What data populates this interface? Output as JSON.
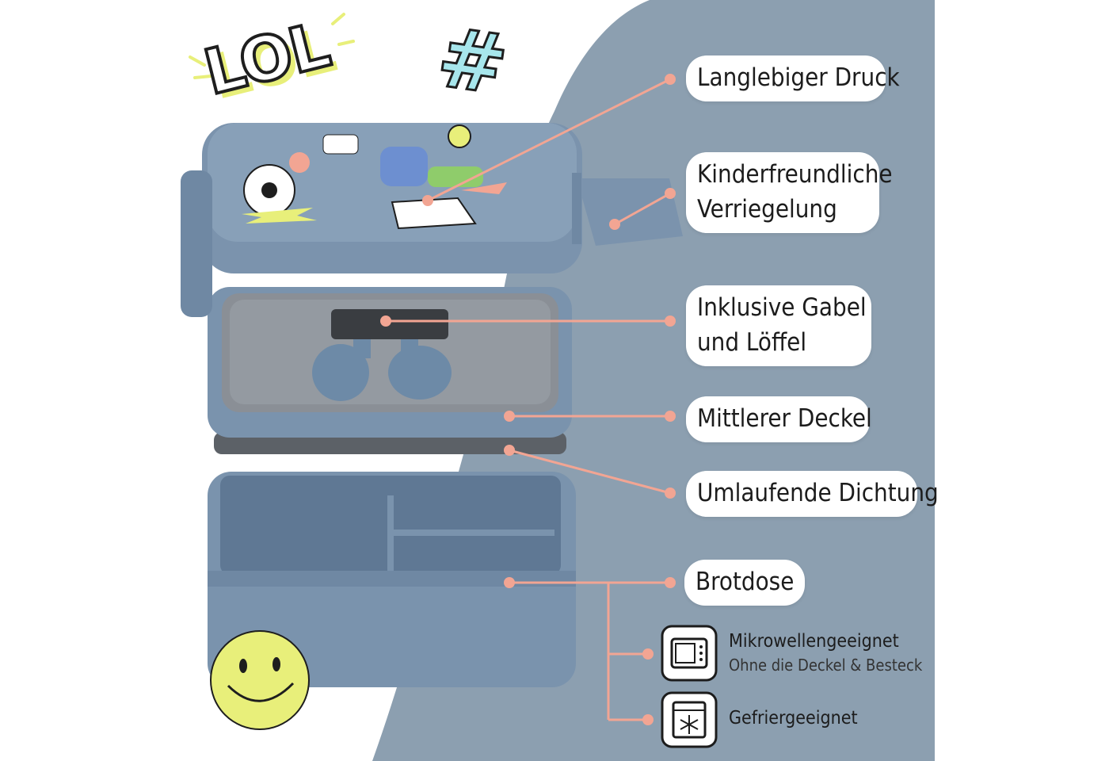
{
  "stickers": {
    "lol": "LOL",
    "hash": "#"
  },
  "callouts": [
    {
      "id": "print",
      "lines": [
        "Langlebiger Druck"
      ]
    },
    {
      "id": "lock",
      "lines": [
        "Kinderfreundliche",
        "Verriegelung"
      ]
    },
    {
      "id": "cutlery",
      "lines": [
        "Inklusive Gabel",
        "und Löffel"
      ]
    },
    {
      "id": "midlid",
      "lines": [
        "Mittlerer Deckel"
      ]
    },
    {
      "id": "seal",
      "lines": [
        "Umlaufende Dichtung"
      ]
    },
    {
      "id": "box",
      "lines": [
        "Brotdose"
      ]
    }
  ],
  "features": {
    "microwave": {
      "title": "Mikrowellengeeignet",
      "subtitle": "Ohne die Deckel & Besteck",
      "icon": "microwave-icon"
    },
    "freezer": {
      "title": "Gefriergeeignet",
      "icon": "freezer-icon"
    }
  },
  "colors": {
    "panel": "#8c9fb0",
    "box": "#7a93ad",
    "box_dark": "#5f7894",
    "lid_inner": "#8a8f96",
    "leader": "#f2a593",
    "smiley": "#e8ef7a",
    "ink": "#1c1c1c"
  }
}
